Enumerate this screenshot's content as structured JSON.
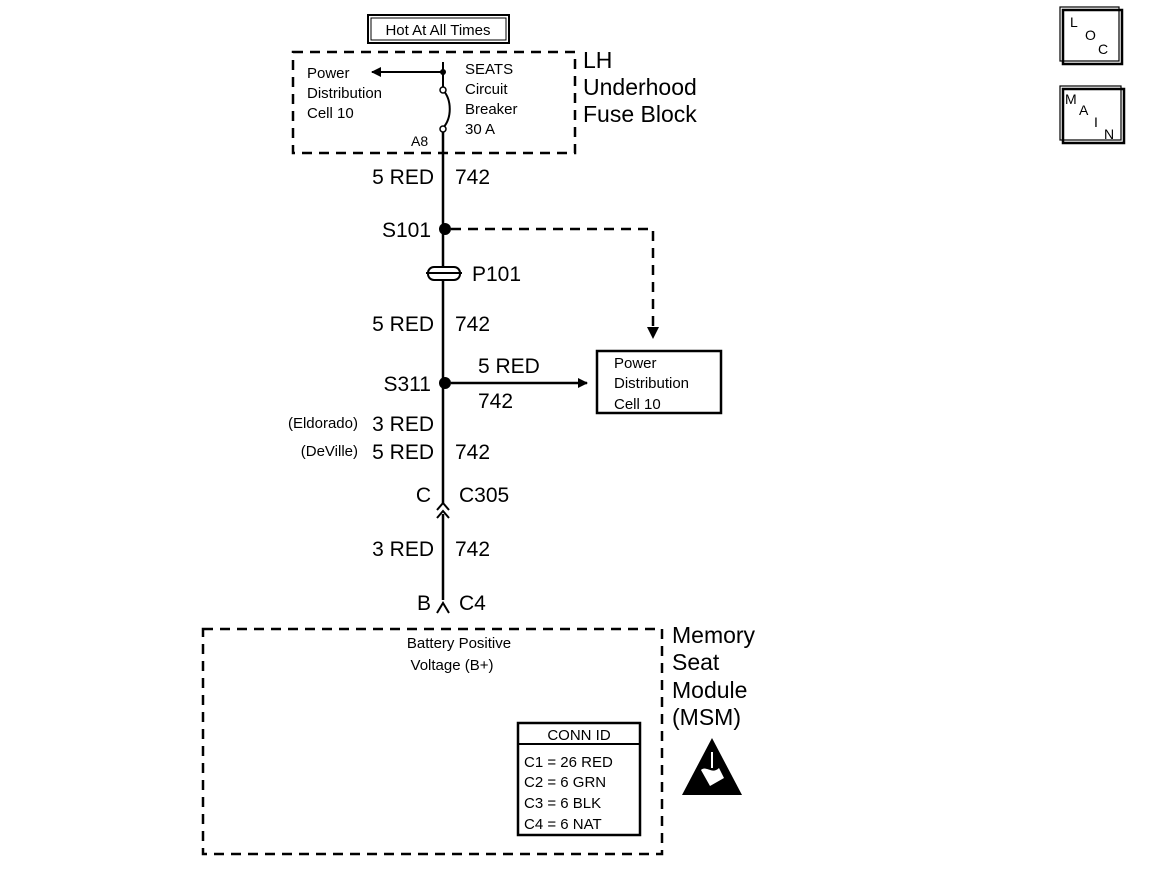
{
  "nav": {
    "loc": {
      "l1": "L",
      "l2": "O",
      "l3": "C"
    },
    "main": {
      "l1": "M",
      "l2": "A",
      "l3": "I",
      "l4": "N"
    }
  },
  "header": {
    "hot_at_all_times": "Hot At All Times"
  },
  "fuse_block": {
    "title_lines": [
      "LH",
      "Underhood",
      "Fuse Block"
    ],
    "pdc_lines": [
      "Power",
      "Distribution",
      "Cell 10"
    ],
    "breaker_lines": [
      "SEATS",
      "Circuit",
      "Breaker",
      "30 A"
    ],
    "terminal": "A8"
  },
  "wires": {
    "w1": {
      "gauge_color": "5 RED",
      "circuit": "742"
    },
    "w2": {
      "gauge_color": "5 RED",
      "circuit": "742"
    },
    "branch": {
      "gauge_color": "5 RED",
      "circuit": "742"
    },
    "w3_eldorado": {
      "variant": "(Eldorado)",
      "gauge_color": "3 RED"
    },
    "w3_deville": {
      "variant": "(DeVille)",
      "gauge_color": "5 RED",
      "circuit": "742"
    },
    "w4": {
      "gauge_color": "3 RED",
      "circuit": "742"
    }
  },
  "splices": {
    "s101": "S101",
    "s311": "S311"
  },
  "passthrough": {
    "p101": "P101"
  },
  "connectors": {
    "c305": {
      "pin": "C",
      "name": "C305"
    },
    "c4": {
      "pin": "B",
      "name": "C4"
    }
  },
  "pdc_box": {
    "lines": [
      "Power",
      "Distribution",
      "Cell 10"
    ]
  },
  "msm": {
    "title_lines": [
      "Memory",
      "Seat",
      "Module",
      "(MSM)"
    ],
    "input_lines": [
      "Battery Positive",
      "Voltage (B+)"
    ],
    "conn_id": {
      "header": "CONN ID",
      "rows": [
        "C1 = 26 RED",
        "C2 = 6 GRN",
        "C3 = 6 BLK",
        "C4 = 6 NAT"
      ]
    }
  },
  "icons": {
    "esd": "esd-warning-icon"
  }
}
